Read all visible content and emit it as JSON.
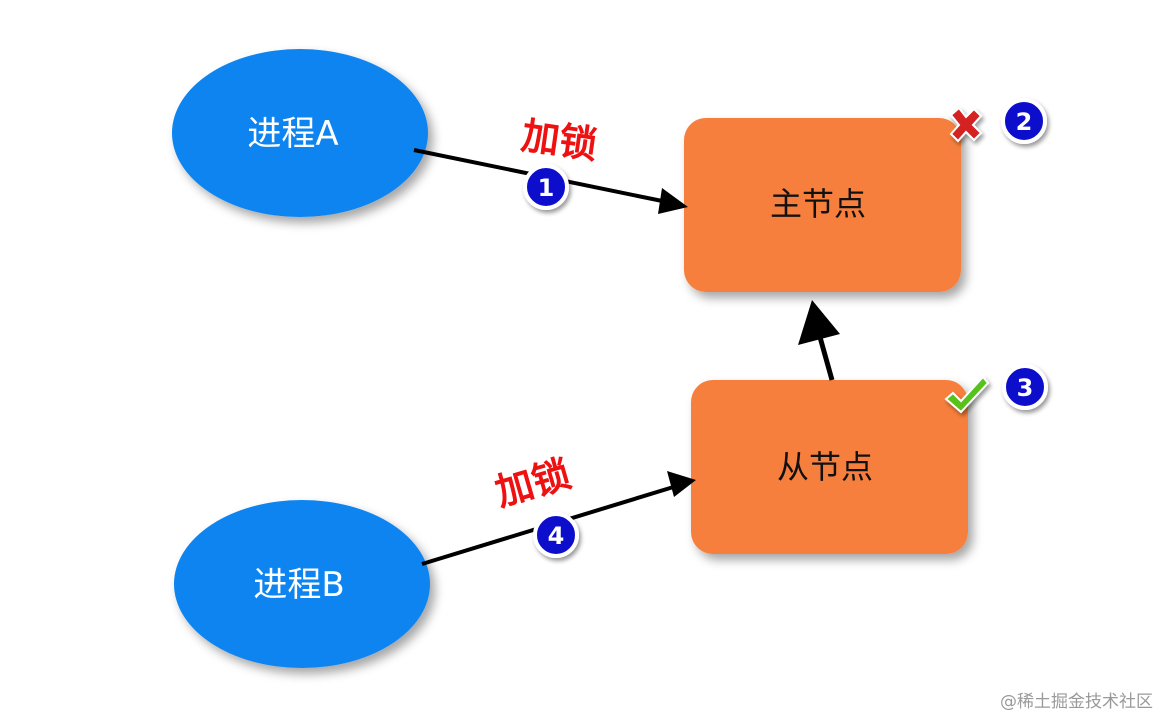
{
  "processes": [
    {
      "id": "a",
      "label": "进程A"
    },
    {
      "id": "b",
      "label": "进程B"
    }
  ],
  "nodes": [
    {
      "id": "master",
      "label": "主节点",
      "status_icon": "cross-icon"
    },
    {
      "id": "slave",
      "label": "从节点",
      "status_icon": "check-icon"
    }
  ],
  "edges": [
    {
      "from": "process-a",
      "to": "master",
      "label": "加锁",
      "step": "1"
    },
    {
      "from": "process-b",
      "to": "slave",
      "label": "加锁",
      "step": "4"
    },
    {
      "from": "slave",
      "to": "master",
      "label": "",
      "step": ""
    }
  ],
  "badges": {
    "master_fail": "2",
    "slave_ok": "3"
  },
  "colors": {
    "process_fill": "#0a84f0",
    "node_fill": "#f77f3e",
    "badge_fill": "#1010cc",
    "lock_label": "#ee1111"
  },
  "watermark": "@稀土掘金技术社区"
}
